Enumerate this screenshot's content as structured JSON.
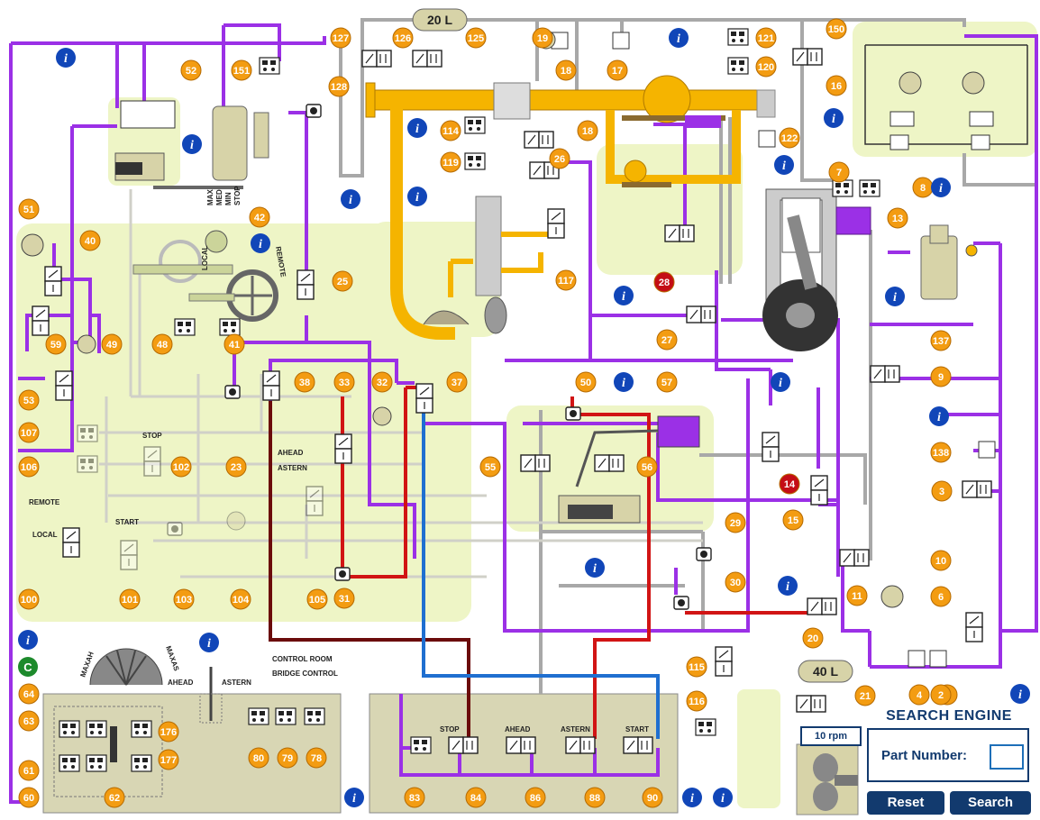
{
  "tanks": {
    "top": "20 L",
    "bottom": "40 L"
  },
  "labels": {
    "max": "MAX",
    "med": "MED",
    "min": "MIN",
    "stop": "STOP",
    "local": "LOCAL",
    "remote": "REMOTE",
    "ahead": "AHEAD",
    "astern": "ASTERN",
    "start": "START",
    "stop2": "STOP",
    "maxah": "MAXAH",
    "maxas": "MAXAS",
    "control_room": "CONTROL ROOM",
    "bridge_control": "BRIDGE CONTROL",
    "remote_left": "REMOTE",
    "local_left": "LOCAL",
    "stop_row": "STOP",
    "ahead_row": "AHEAD",
    "astern_row": "ASTERN",
    "start_row": "START",
    "c_badge": "C"
  },
  "rpm": "10 rpm",
  "search": {
    "title": "SEARCH ENGINE",
    "part_label": "Part Number:",
    "part_value": "",
    "reset": "Reset",
    "search": "Search"
  },
  "colors": {
    "purple": "#9b30e6",
    "gray": "#a9a9a9",
    "red": "#d11414",
    "darkred": "#6b0b0b",
    "blue": "#1f6fd0",
    "orange": "#f39c12",
    "yellow": "#f5b400",
    "zone": "#eef5c6",
    "panel": "#d8d6b4",
    "navy": "#123a6e",
    "info": "#1146b8"
  },
  "components": [
    {
      "n": "1"
    },
    {
      "n": "2"
    },
    {
      "n": "3"
    },
    {
      "n": "4"
    },
    {
      "n": "6"
    },
    {
      "n": "7"
    },
    {
      "n": "8"
    },
    {
      "n": "9"
    },
    {
      "n": "10"
    },
    {
      "n": "11"
    },
    {
      "n": "13"
    },
    {
      "n": "14"
    },
    {
      "n": "15"
    },
    {
      "n": "16"
    },
    {
      "n": "17"
    },
    {
      "n": "18"
    },
    {
      "n": "18"
    },
    {
      "n": "19"
    },
    {
      "n": "20"
    },
    {
      "n": "21"
    },
    {
      "n": "23"
    },
    {
      "n": "25"
    },
    {
      "n": "26"
    },
    {
      "n": "27"
    },
    {
      "n": "28"
    },
    {
      "n": "29"
    },
    {
      "n": "30"
    },
    {
      "n": "31"
    },
    {
      "n": "32"
    },
    {
      "n": "33"
    },
    {
      "n": "37"
    },
    {
      "n": "38"
    },
    {
      "n": "40"
    },
    {
      "n": "41"
    },
    {
      "n": "42"
    },
    {
      "n": "48"
    },
    {
      "n": "49"
    },
    {
      "n": "50"
    },
    {
      "n": "51"
    },
    {
      "n": "52"
    },
    {
      "n": "53"
    },
    {
      "n": "55"
    },
    {
      "n": "56"
    },
    {
      "n": "57"
    },
    {
      "n": "59"
    },
    {
      "n": "60"
    },
    {
      "n": "61"
    },
    {
      "n": "62"
    },
    {
      "n": "63"
    },
    {
      "n": "64"
    },
    {
      "n": "78"
    },
    {
      "n": "79"
    },
    {
      "n": "80"
    },
    {
      "n": "83"
    },
    {
      "n": "84"
    },
    {
      "n": "86"
    },
    {
      "n": "88"
    },
    {
      "n": "90"
    },
    {
      "n": "100"
    },
    {
      "n": "101"
    },
    {
      "n": "102"
    },
    {
      "n": "103"
    },
    {
      "n": "104"
    },
    {
      "n": "105"
    },
    {
      "n": "106"
    },
    {
      "n": "107"
    },
    {
      "n": "114"
    },
    {
      "n": "115"
    },
    {
      "n": "116"
    },
    {
      "n": "117"
    },
    {
      "n": "119"
    },
    {
      "n": "120"
    },
    {
      "n": "121"
    },
    {
      "n": "122"
    },
    {
      "n": "125"
    },
    {
      "n": "126"
    },
    {
      "n": "127"
    },
    {
      "n": "128"
    },
    {
      "n": "137"
    },
    {
      "n": "138"
    },
    {
      "n": "150"
    },
    {
      "n": "151"
    },
    {
      "n": "176"
    },
    {
      "n": "177"
    }
  ],
  "info_marker": "i"
}
